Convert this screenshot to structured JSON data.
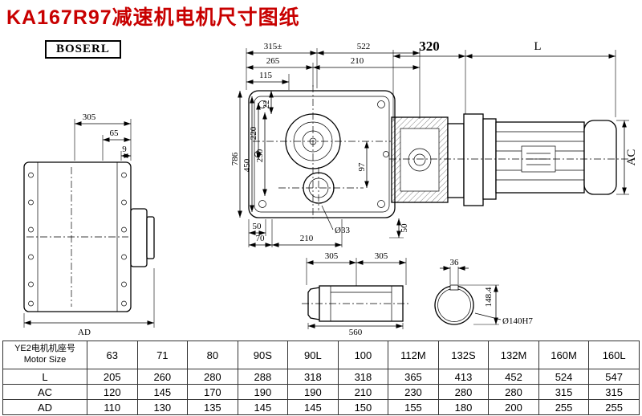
{
  "title": "KA167R97减速机电机尺寸图纸",
  "brand": "BOSERL",
  "views": {
    "side": {
      "d305": "305",
      "d65": "65",
      "d9": "9",
      "dAD": "AD"
    },
    "front": {
      "d315": "315±",
      "d522": "522",
      "d265": "265",
      "d210t": "210",
      "d115": "115",
      "d786": "786",
      "d450": "450",
      "d250": "250",
      "d220": "220",
      "d22": "22",
      "d97": "97",
      "d50l": "50",
      "d70": "70",
      "d210b": "210",
      "d33": "Ø33",
      "d50r": "50"
    },
    "assembly": {
      "d320": "320",
      "dL": "L",
      "dAC": "AC"
    },
    "shaft": {
      "d305l": "305",
      "d305r": "305",
      "d560": "560"
    },
    "shaft_end": {
      "d36": "36",
      "d148": "148.4",
      "d140": "Ø140H7"
    }
  },
  "table": {
    "row_label_line1": "YE2电机机座号",
    "row_label_line2": "Motor Size",
    "columns": [
      "63",
      "71",
      "80",
      "90S",
      "90L",
      "100",
      "112M",
      "132S",
      "132M",
      "160M",
      "160L"
    ],
    "rows": [
      {
        "label": "L",
        "values": [
          "205",
          "260",
          "280",
          "288",
          "318",
          "318",
          "365",
          "413",
          "452",
          "524",
          "547"
        ]
      },
      {
        "label": "AC",
        "values": [
          "120",
          "145",
          "170",
          "190",
          "190",
          "210",
          "230",
          "280",
          "280",
          "315",
          "315"
        ]
      },
      {
        "label": "AD",
        "values": [
          "110",
          "130",
          "135",
          "145",
          "145",
          "150",
          "155",
          "180",
          "200",
          "255",
          "255"
        ]
      }
    ]
  }
}
